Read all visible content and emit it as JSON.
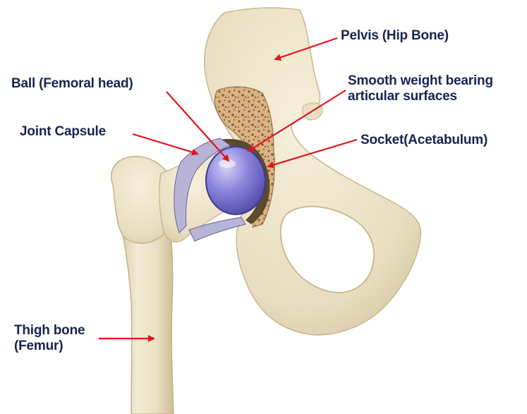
{
  "labels": {
    "pelvis": "Pelvis (Hip Bone)",
    "smooth_line1": "Smooth weight bearing",
    "smooth_line2": "articular surfaces",
    "ball": "Ball (Femoral head)",
    "capsule": "Joint Capsule",
    "socket": "Socket(Acetabulum)",
    "thigh_line1": "Thigh bone",
    "thigh_line2": "(Femur)"
  },
  "colors": {
    "label_text": "#1a2350",
    "arrow": "#e3141b",
    "bone": "#ece3c9",
    "bone_shade": "#d4c6a1",
    "cancellous_bone": "#d9b384",
    "cartilage": "#8d86d8",
    "capsule": "#b7b4d8",
    "outline": "#5a4a2f"
  }
}
